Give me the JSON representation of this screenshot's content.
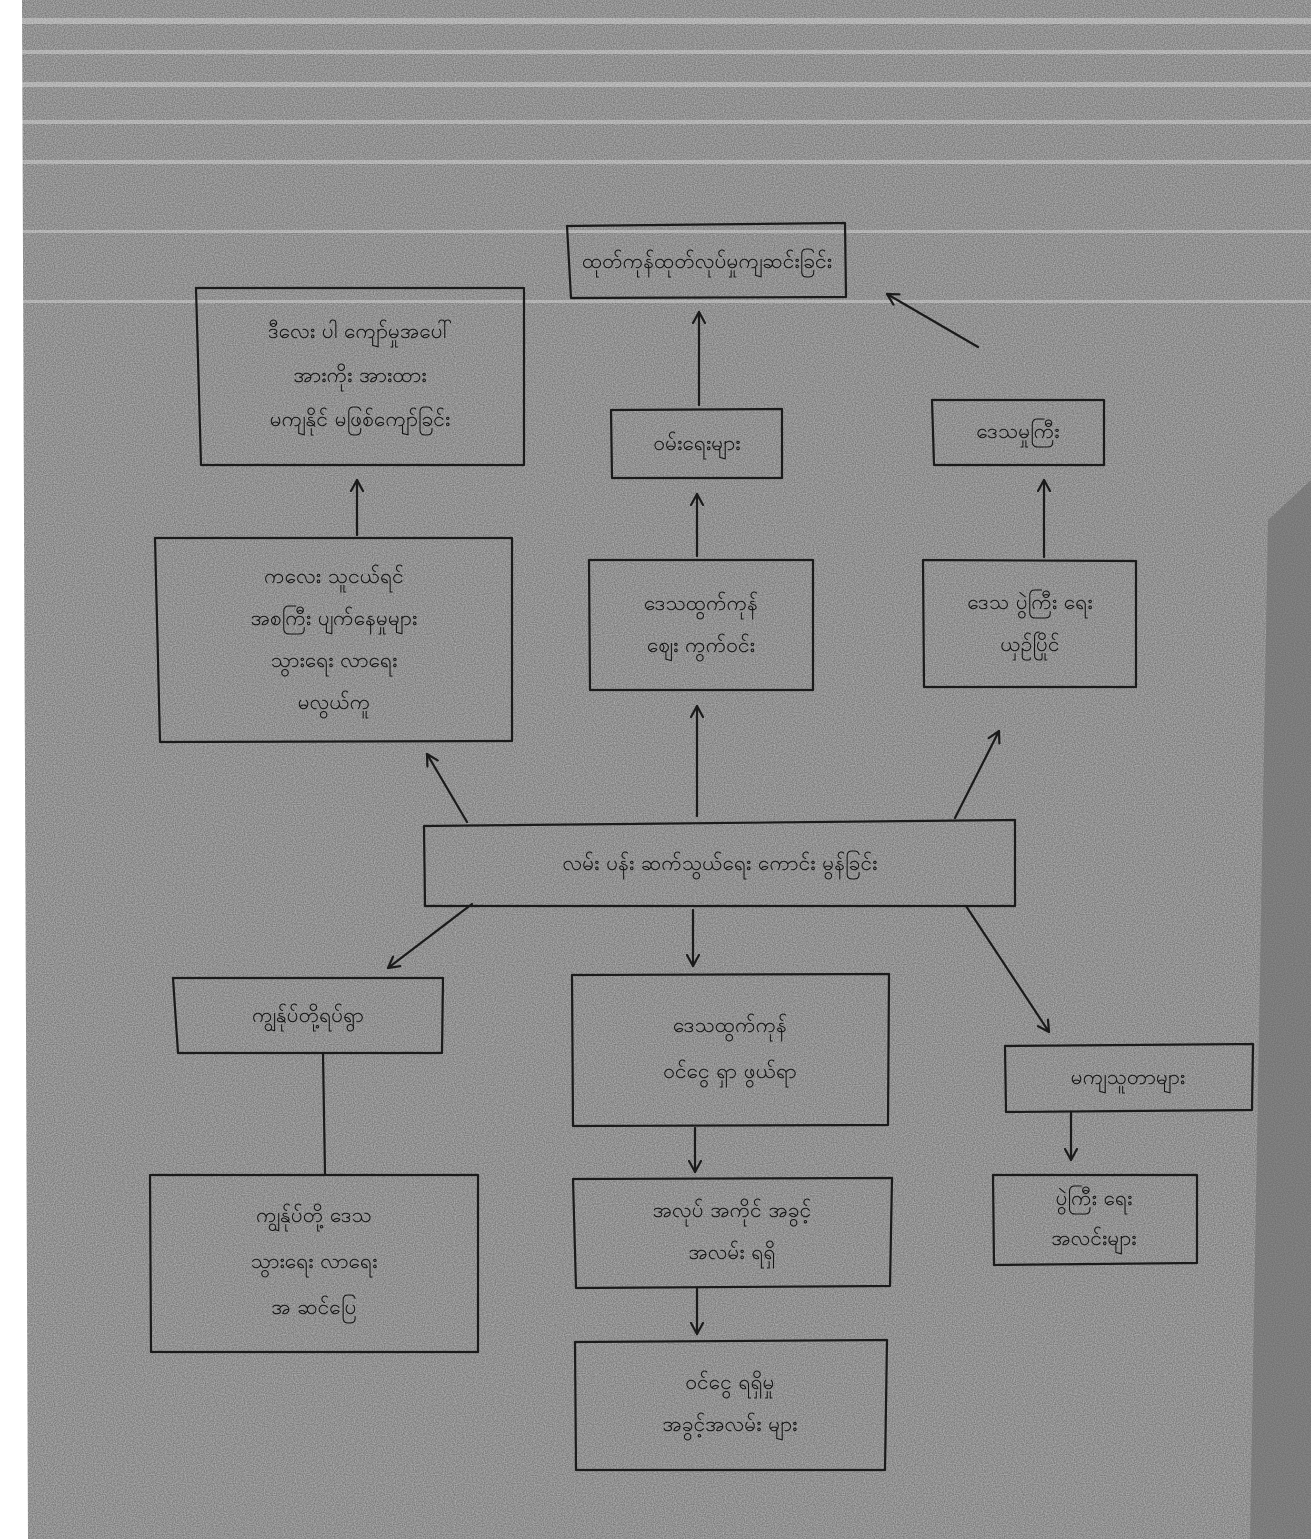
{
  "nodes": [
    {
      "id": "top",
      "lines": [
        "ထုတ်ကုန်ထုတ်လုပ်မှုကျဆင်းခြင်း"
      ]
    },
    {
      "id": "upper-left",
      "lines": [
        "ဒီလေး ပါ ကျော်မှုအပေါ်",
        "အားကိုး အားထား",
        "မကျနိုင် မဖြစ်ကျော်ခြင်း"
      ]
    },
    {
      "id": "upper-mid",
      "lines": [
        "ဝမ်းရေးများ"
      ]
    },
    {
      "id": "upper-right",
      "lines": [
        "ဒေသမှုကြီး"
      ]
    },
    {
      "id": "mid-left",
      "lines": [
        "ကလေး သူငယ်ရင်",
        "အစကြီး ပျက်နေမှုများ",
        "သွားရေး လာရေး",
        "မလွယ်ကူ"
      ]
    },
    {
      "id": "mid-mid",
      "lines": [
        "ဒေသထွက်ကုန်",
        "ဈေး ကွက်ဝင်း"
      ]
    },
    {
      "id": "mid-right",
      "lines": [
        "ဒေသ ပွဲကြီး ရေး",
        "ယှဉ်ပြိုင်"
      ]
    },
    {
      "id": "center",
      "lines": [
        "လမ်း ပန်း ဆက်သွယ်ရေး ကောင်း မွန်ခြင်း"
      ]
    },
    {
      "id": "lower-left",
      "lines": [
        "ကျွန်ုပ်တို့ရပ်ရွာ"
      ]
    },
    {
      "id": "lower-mid",
      "lines": [
        "ဒေသထွက်ကုန်",
        "ဝင်ငွေ ရှာ ဖွယ်ရာ"
      ]
    },
    {
      "id": "lower-right",
      "lines": [
        "မကျသူတာများ"
      ]
    },
    {
      "id": "bottom-left",
      "lines": [
        "ကျွန်ုပ်တို့ ဒေသ",
        "သွားရေး လာရေး",
        "အ ဆင်ပြေ"
      ]
    },
    {
      "id": "bottom-mid1",
      "lines": [
        "အလုပ် အကိုင် အခွင့်",
        "အလမ်း ရရှိ"
      ]
    },
    {
      "id": "bottom-right",
      "lines": [
        "ပွဲကြီး ရေး",
        "အလင်းများ"
      ]
    },
    {
      "id": "bottom-mid2",
      "lines": [
        "ဝင်ငွေ ရရှိမှု",
        "အခွင့်အလမ်း များ"
      ]
    }
  ]
}
